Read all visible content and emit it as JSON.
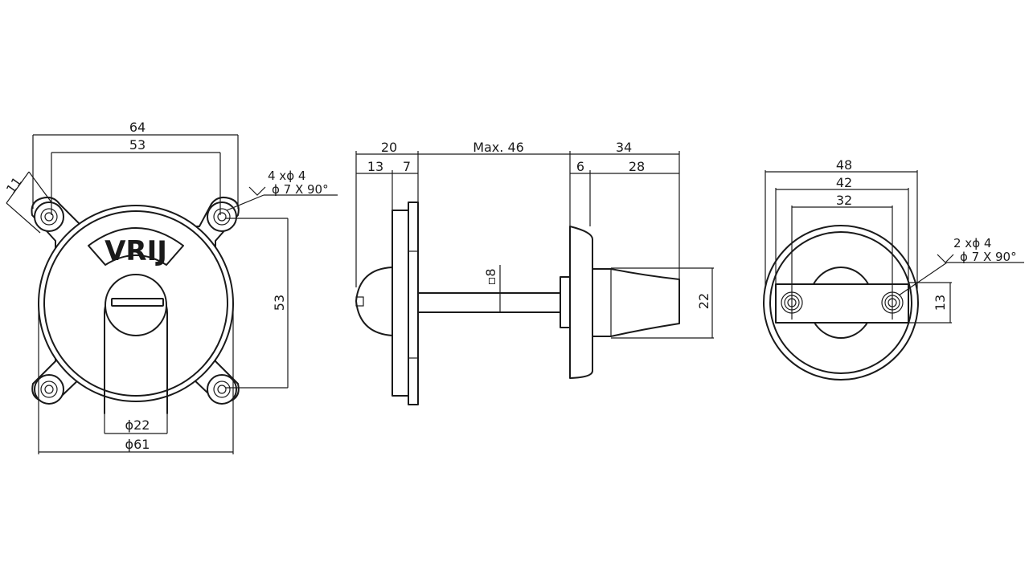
{
  "front": {
    "label_text": "VRIJ",
    "dim_width": "64",
    "dim_hole_spacing_x": "53",
    "dim_corner": "11",
    "dim_hole_spacing_y": "53",
    "dim_cutout": "ϕ22",
    "dim_diameter": "ϕ61",
    "holes_line1": "4 xϕ 4",
    "holes_line2": "ϕ 7 X 90°"
  },
  "side": {
    "dim_total": "20",
    "dim_a": "13",
    "dim_b": "7",
    "dim_max": "Max. 46",
    "dim_knob_total": "34",
    "dim_knob_a": "6",
    "dim_knob_b": "28",
    "dim_spindle": "▫8",
    "dim_height": "22"
  },
  "back": {
    "dim_outer": "48",
    "dim_mid": "42",
    "dim_holes": "32",
    "dim_bar": "13",
    "holes_line1": "2 xϕ 4",
    "holes_line2": "ϕ 7 X 90°"
  }
}
